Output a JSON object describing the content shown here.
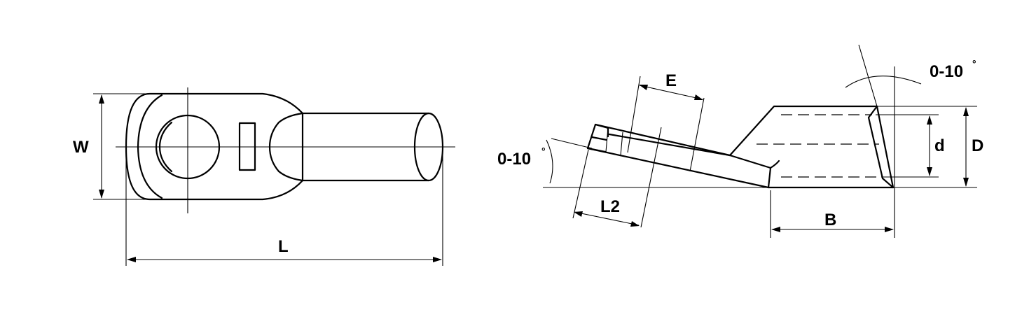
{
  "labels": {
    "W": "W",
    "L": "L",
    "E": "E",
    "L2": "L2",
    "B": "B",
    "d": "d",
    "D": "D",
    "angle_left": "0-10",
    "angle_right": "0-10",
    "degree": "°"
  }
}
